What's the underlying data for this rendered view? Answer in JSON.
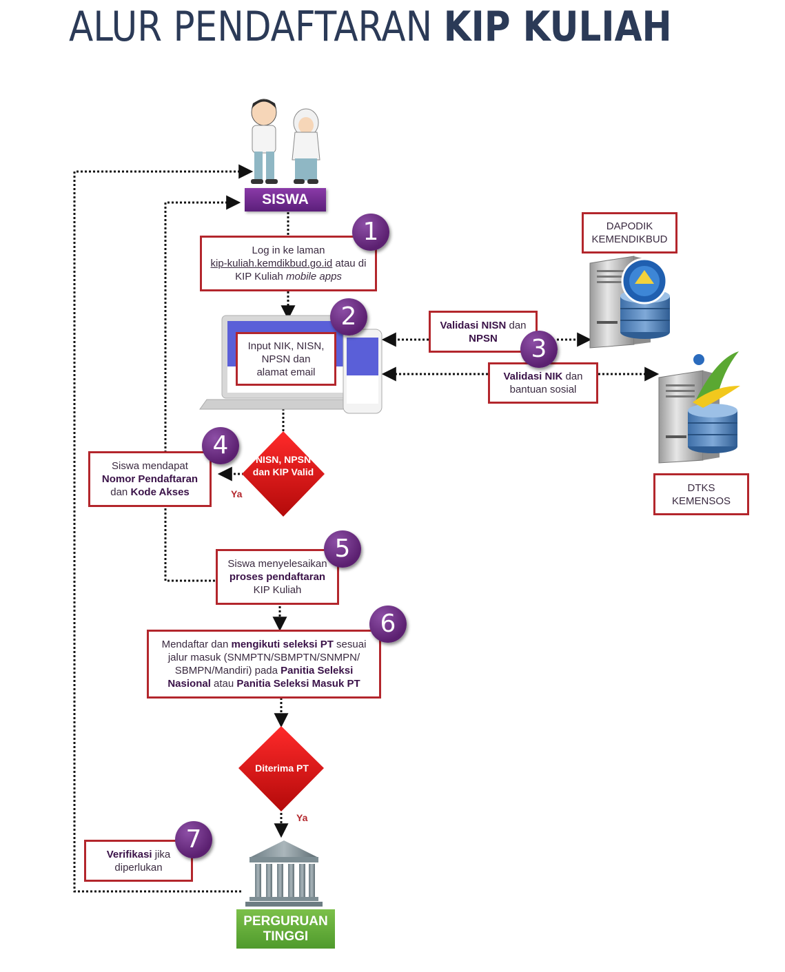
{
  "title": {
    "regular": "ALUR PENDAFTARAN ",
    "bold": "KIP KULIAH"
  },
  "siswa_label": "SISWA",
  "steps": {
    "s1": {
      "number": "1",
      "line1": "Log in ke laman",
      "link": "kip-kuliah.kemdikbud.go.id",
      "after_link": " atau di",
      "line3a": "KIP Kuliah ",
      "line3b": "mobile apps"
    },
    "s2": {
      "number": "2",
      "text": "Input NIK, NISN, NPSN dan alamat email"
    },
    "s3": {
      "number": "3",
      "nisn_bold": "Validasi NISN",
      "nisn_rest": " dan",
      "nisn_line2": "NPSN",
      "nik_bold": "Validasi NIK",
      "nik_rest": " dan",
      "nik_line2": "bantuan sosial"
    },
    "s4": {
      "number": "4",
      "line1": "Siswa mendapat",
      "bold1": "Nomor Pendaftaran",
      "pre2": "dan ",
      "bold2": "Kode Akses"
    },
    "s5": {
      "number": "5",
      "line1": "Siswa menyelesaikan",
      "bold": "proses pendaftaran",
      "line3": "KIP Kuliah"
    },
    "s6": {
      "number": "6",
      "a": "Mendaftar dan ",
      "b": "mengikuti seleksi PT",
      "c": " sesuai",
      "line2": "jalur masuk (SNMPTN/SBMPTN/SNMPN/",
      "line3a": "SBMPN/Mandiri) pada ",
      "line3b": "Panitia Seleksi",
      "line4a": "Nasional",
      "line4b": " atau ",
      "line4c": "Panitia Seleksi Masuk PT"
    },
    "s7": {
      "number": "7",
      "bold": "Verifikasi",
      "rest": " jika",
      "line2": "diperlukan"
    }
  },
  "decisions": {
    "valid": "NISN, NPSN dan KIP Valid",
    "valid_yes": "Ya",
    "diterima": "Diterima PT",
    "diterima_yes": "Ya"
  },
  "databases": {
    "dapodik": {
      "line1": "DAPODIK",
      "line2": "KEMENDIKBUD"
    },
    "dtks": {
      "line1": "DTKS",
      "line2": "KEMENSOS"
    }
  },
  "perguruan": {
    "line1": "PERGURUAN",
    "line2": "TINGGI"
  },
  "app_screen": {
    "title": "KIP Kuliah"
  },
  "colors": {
    "accent_red": "#b3262c",
    "purple": "#5b2070",
    "green": "#5ba832",
    "title": "#2b3a57"
  }
}
